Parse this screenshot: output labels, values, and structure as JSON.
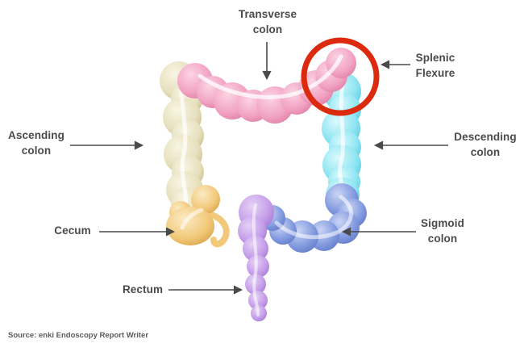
{
  "figure": {
    "source_note": "Source: enki Endoscopy Report Writer"
  },
  "labels": {
    "transverse": {
      "line1": "Transverse",
      "line2": "colon"
    },
    "splenic": {
      "line1": "Splenic",
      "line2": "Flexure"
    },
    "ascending": {
      "line1": "Ascending",
      "line2": "colon"
    },
    "descending": {
      "line1": "Descending",
      "line2": "colon"
    },
    "cecum": {
      "line1": "Cecum"
    },
    "sigmoid": {
      "line1": "Sigmoid",
      "line2": "colon"
    },
    "rectum": {
      "line1": "Rectum"
    }
  },
  "colors": {
    "label_text": "#4A4A4A",
    "arrow": "#4A4A4A",
    "highlight_circle": "#DB2A0E",
    "segments": {
      "ascending": {
        "light": "#F8F5E3",
        "base": "#E7E0BD",
        "rim": "#C6BB8C"
      },
      "transverse": {
        "light": "#FBD4E2",
        "base": "#F2A3C3",
        "rim": "#DD7BA2"
      },
      "descending": {
        "light": "#DBF9FD",
        "base": "#8EE5F2",
        "rim": "#55C8DD"
      },
      "sigmoid": {
        "light": "#CAD5F4",
        "base": "#8199DF",
        "rim": "#5F78C5"
      },
      "rectum": {
        "light": "#E5D3F6",
        "base": "#C59DE9",
        "rim": "#A375D1"
      },
      "cecum": {
        "light": "#FBEBC5",
        "base": "#F2C97A",
        "rim": "#D6A148"
      }
    }
  }
}
